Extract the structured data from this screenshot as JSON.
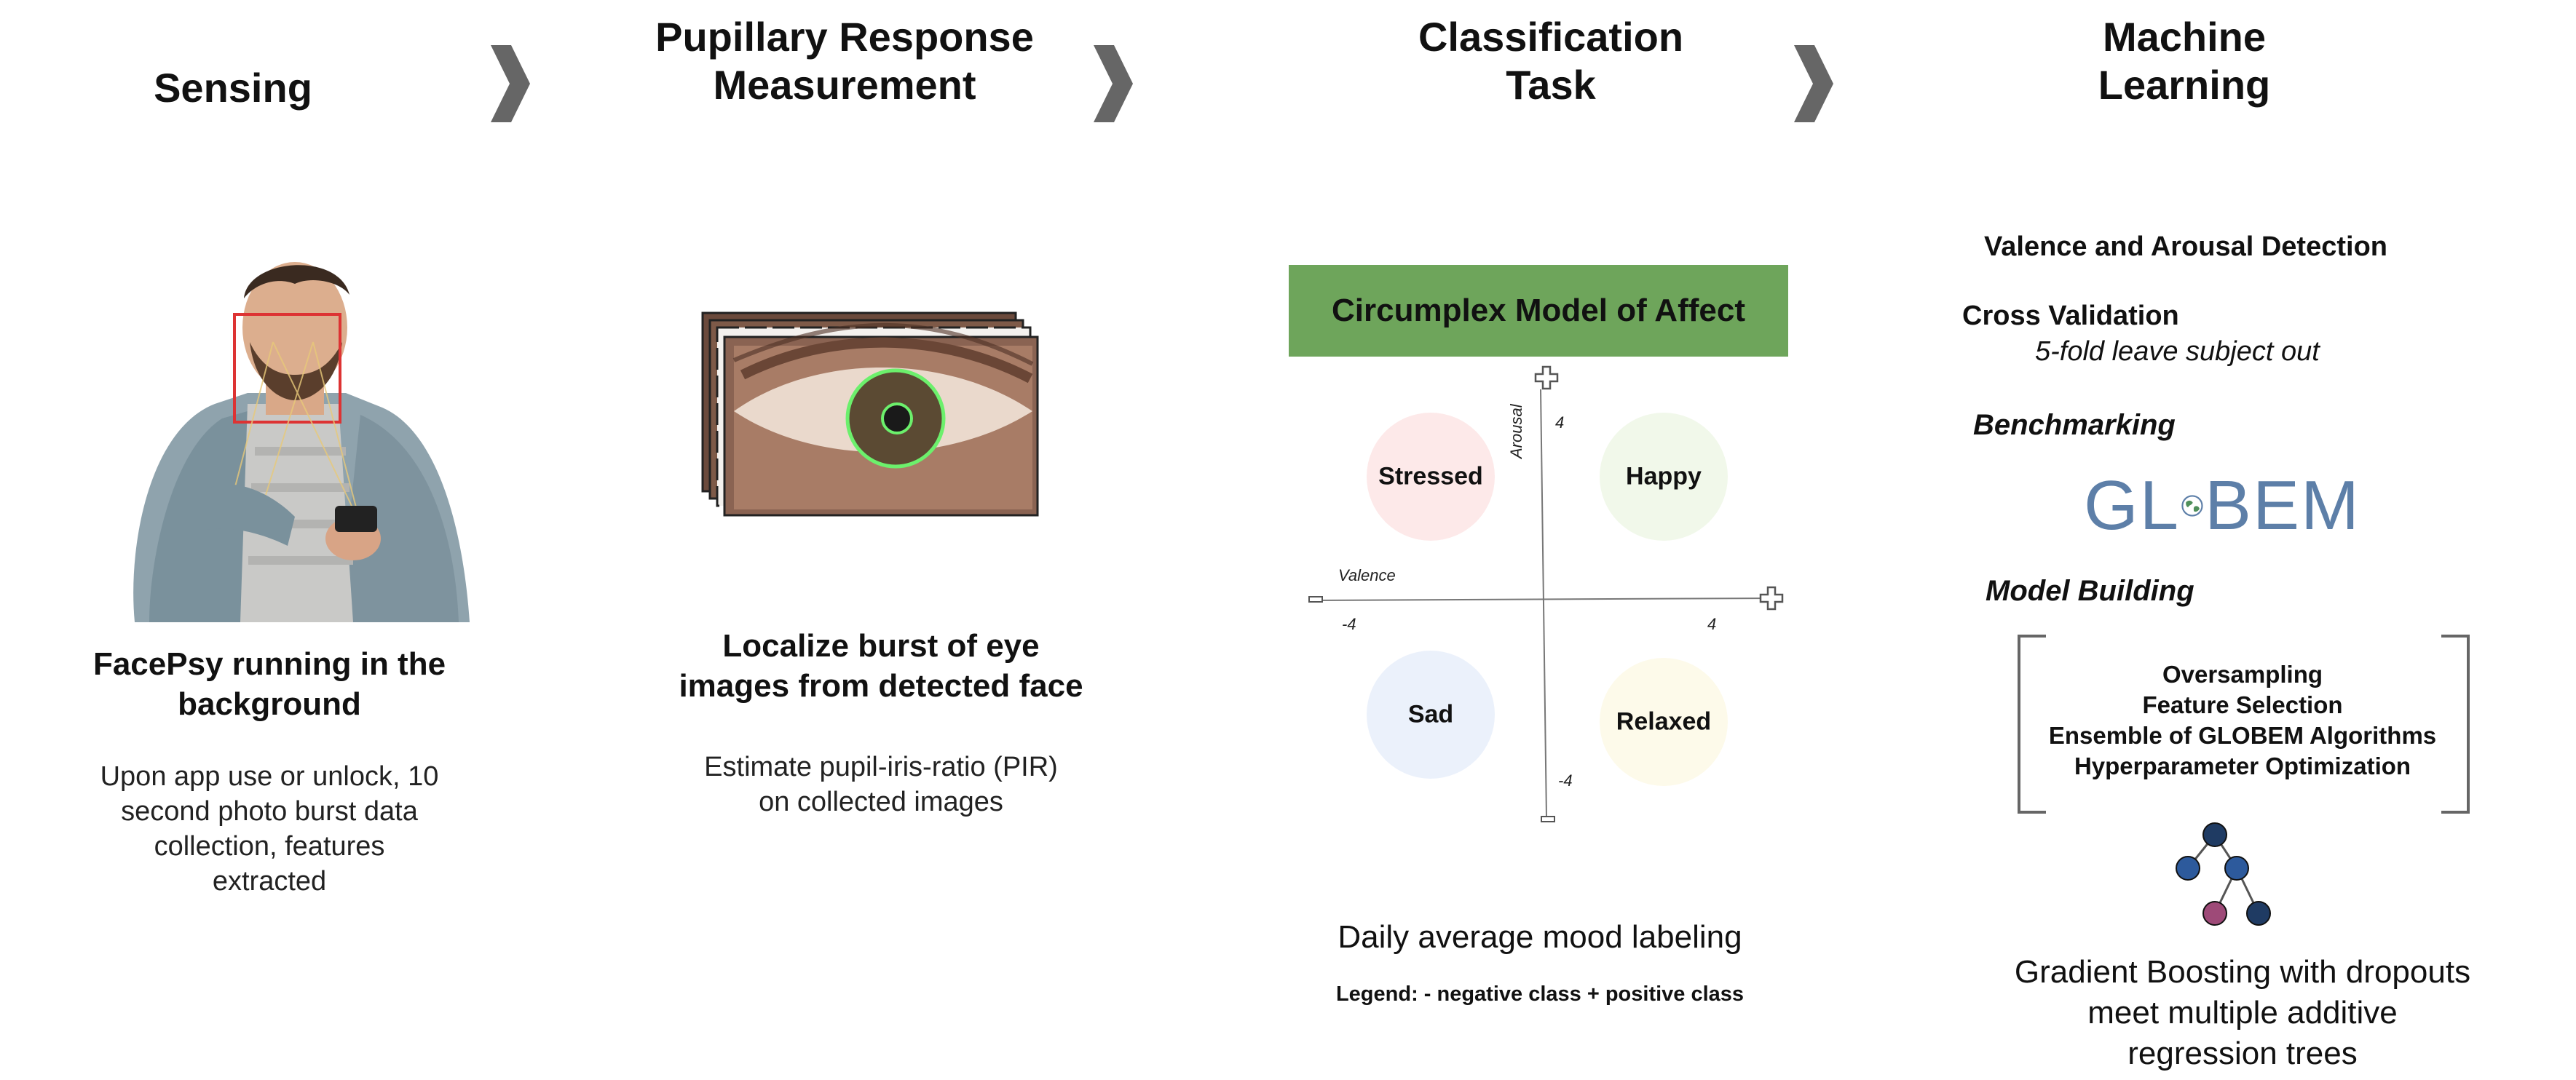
{
  "stages": [
    {
      "title_lines": [
        "Sensing"
      ]
    },
    {
      "title_lines": [
        "Pupillary Response",
        "Measurement"
      ]
    },
    {
      "title_lines": [
        "Classification",
        "Task"
      ]
    },
    {
      "title_lines": [
        "Machine",
        "Learning"
      ]
    }
  ],
  "sensing": {
    "heading_lines": [
      "FacePsy running in the",
      "background"
    ],
    "description_lines": [
      "Upon app use or unlock, 10",
      "second photo burst data",
      "collection, features",
      "extracted"
    ]
  },
  "pupillary": {
    "heading_lines": [
      "Localize burst of eye",
      "images from detected face"
    ],
    "description_lines": [
      "Estimate pupil-iris-ratio (PIR)",
      "on collected images"
    ]
  },
  "classification": {
    "banner_title": "Circumplex Model of Affect",
    "banner_color": "#6ea55b",
    "quadrants": {
      "top_left": {
        "label": "Stressed",
        "color": "#fde9e9"
      },
      "top_right": {
        "label": "Happy",
        "color": "#f1f8ea"
      },
      "bottom_left": {
        "label": "Sad",
        "color": "#ebf1fb"
      },
      "bottom_right": {
        "label": "Relaxed",
        "color": "#fdfaea"
      }
    },
    "axes": {
      "x_label": "Valence",
      "y_label": "Arousal",
      "x_min": "-4",
      "x_max": "4",
      "y_max": "4",
      "y_min": "-4"
    },
    "heading": "Daily average mood labeling",
    "legend": "Legend: - negative class + positive class"
  },
  "ml": {
    "valence_arousal": "Valence and Arousal Detection",
    "cross_validation": "Cross Validation",
    "cv_detail": "5-fold leave subject out",
    "benchmarking": "Benchmarking",
    "logo_text_left": "GL",
    "logo_text_right": "BEM",
    "logo_color": "#5d7fa8",
    "model_building": "Model Building",
    "steps": [
      "Oversampling",
      "Feature Selection",
      "Ensemble of GLOBEM Algorithms",
      "Hyperparameter Optimization"
    ],
    "final_lines": [
      "Gradient Boosting with dropouts",
      "meet multiple additive",
      "regression trees"
    ]
  }
}
